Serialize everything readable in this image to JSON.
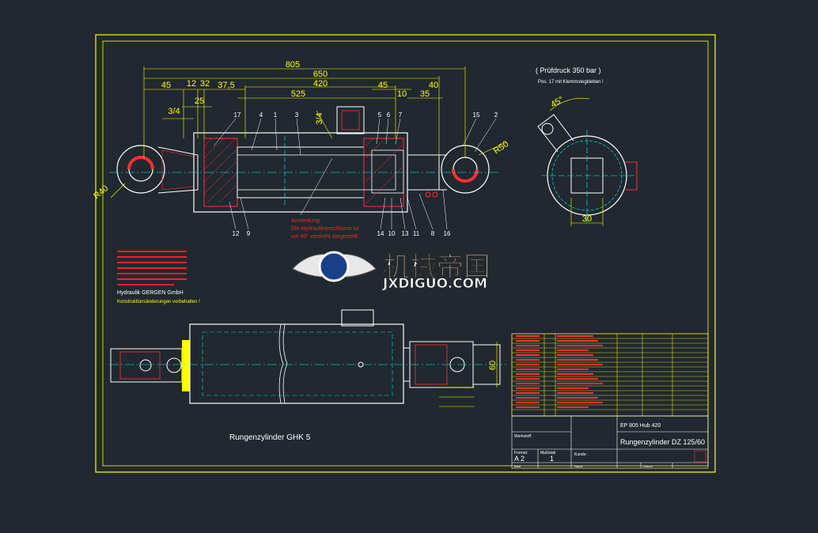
{
  "colors": {
    "background": "#212830",
    "frame": "#ffff00",
    "outline": "#ffffff",
    "dimension": "#ffff00",
    "hatch": "#ff3030",
    "center": "#00ffff",
    "note": "#ff2020",
    "hidden": "#00e0e0",
    "watermark": "#ffffff"
  },
  "dimensions": {
    "d805": "805",
    "d650": "650",
    "d45a": "45",
    "d12": "12",
    "d32": "32",
    "d37_5": "37,5",
    "d420": "420",
    "d525": "525",
    "d45b": "45",
    "d40": "40",
    "d10": "10",
    "d35": "35",
    "d3_4a": "3/4",
    "d3_4b": "3/4",
    "d25": "25",
    "d45deg": "45°",
    "d30": "30",
    "d60": "60",
    "r40": "R40",
    "r50": "R50"
  },
  "balloons": {
    "top": [
      "17",
      "4",
      "1",
      "3",
      "5",
      "6",
      "7",
      "15",
      "2"
    ],
    "bottom": [
      "12",
      "9",
      "14",
      "10",
      "13",
      "11",
      "8",
      "16"
    ]
  },
  "notes": {
    "test_pressure": "( Prüfdruck 350 bar )",
    "pos17": "Pos. 17 mit Klemmstegkleben !",
    "remark_title": "Anmerkung:",
    "remark_line1": "Die Hydraulikanschlüsse ist",
    "remark_line2": "um 90° verdreht dargestellt.",
    "company": "Hydraulik GERGEN GmbH",
    "design_changes": "Konstruktionsänderungen vorbehalten !"
  },
  "views": {
    "bottom_label": "Rungenzylinder GHK 5"
  },
  "title_block": {
    "drawing_no": "EP 805 Hub 420",
    "title": "Rungenzylinder DZ 125/60",
    "format_label": "Format:",
    "format": "A 2",
    "scale_label": "Maßstab",
    "sheet": "1",
    "sheet_label": "Blatt",
    "customer_label": "Kunde:",
    "werkstoff_label": "Werkstoff:",
    "name_label": "Name",
    "date_label": "Datum"
  },
  "watermark": {
    "cn": "机械帝国",
    "en": "JXDIGUO.COM"
  }
}
